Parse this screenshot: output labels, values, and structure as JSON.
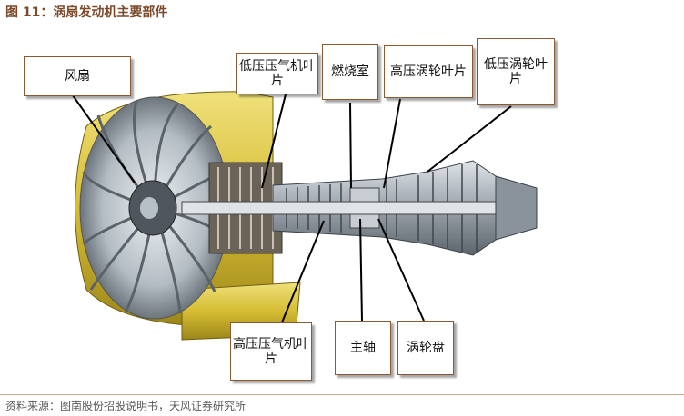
{
  "figure": {
    "title": "图 11：涡扇发动机主要部件",
    "source": "资料来源：图南股份招股说明书，天风证券研究所"
  },
  "labels": {
    "fan": "风扇",
    "lpc_blade": "低压压气机叶片",
    "combustor": "燃烧室",
    "hpt_blade": "高压涡轮叶片",
    "lpt_blade": "低压涡轮叶片",
    "hpc_blade": "高压压气机叶片",
    "main_shaft": "主轴",
    "turbine_disk": "涡轮盘"
  },
  "colors": {
    "frame": "#8b5a33",
    "nacelle_yellow": "#d9c23a",
    "metal": "#9aa3ab",
    "dark_metal": "#4f565d"
  }
}
